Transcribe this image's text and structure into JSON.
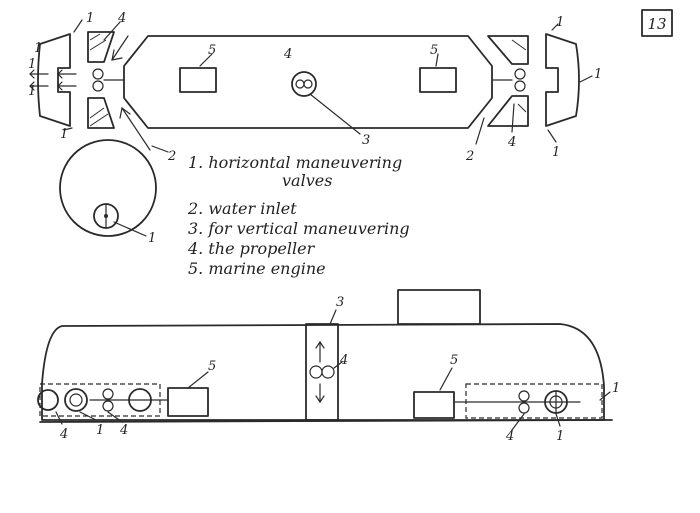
{
  "page_number": "13",
  "legend": [
    "1. horizontal maneuvering",
    "valves",
    "2. water inlet",
    "3. for vertical maneuvering",
    "4. the propeller",
    "5. marine engine"
  ],
  "callouts": {
    "n1": "1",
    "n2": "2",
    "n3": "3",
    "n4": "4",
    "n5": "5"
  },
  "arrows": {
    "up": "↑",
    "down": "↓"
  }
}
